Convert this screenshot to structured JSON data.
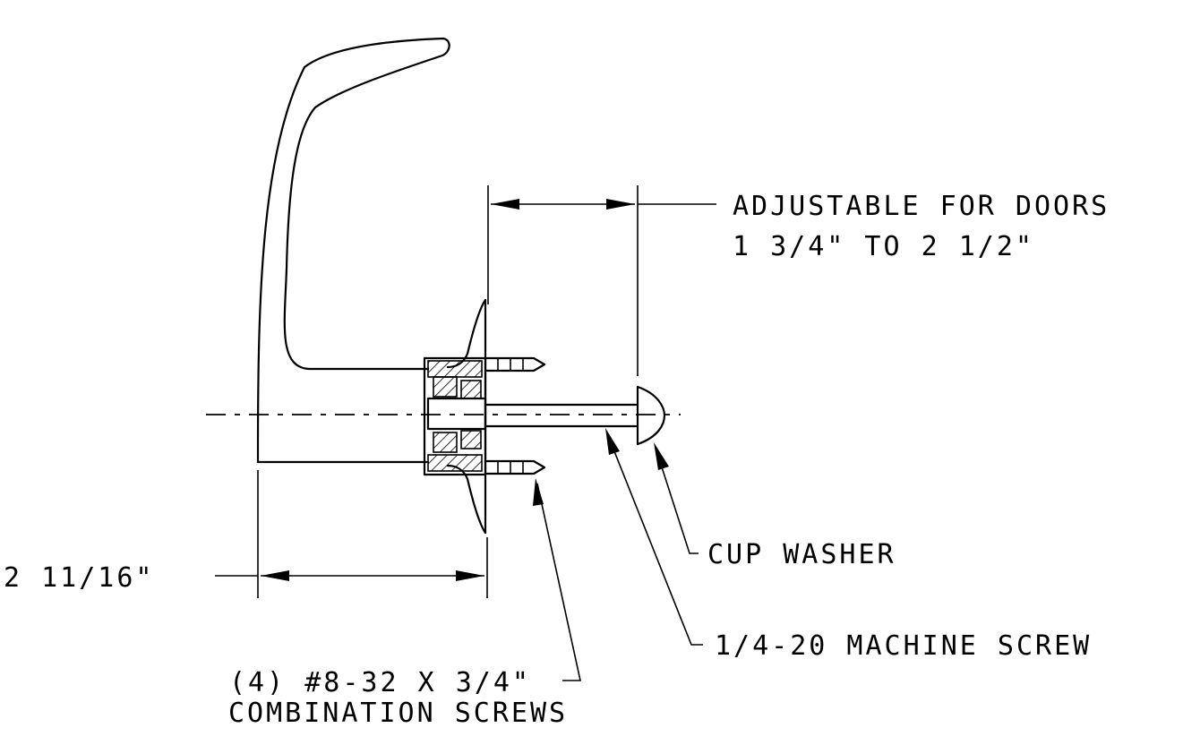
{
  "labels": {
    "adjustable_line1": "ADJUSTABLE FOR DOORS",
    "adjustable_line2": "1 3/4\" TO 2 1/2\"",
    "cup_washer": "CUP WASHER",
    "machine_screw": "1/4-20 MACHINE SCREW",
    "dimension_2_11_16": "2 11/16\"",
    "combo_line1": "(4) #8-32 X 3/4\"",
    "combo_line2": "COMBINATION SCREWS"
  }
}
